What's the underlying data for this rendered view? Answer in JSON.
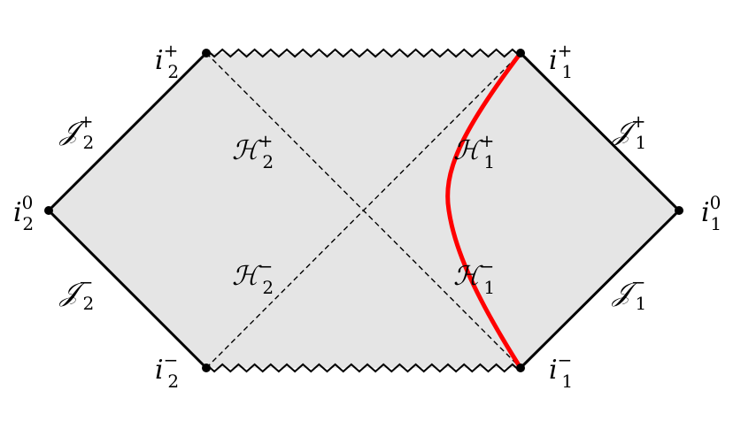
{
  "points": {
    "i2_plus": {
      "base": "i",
      "sub": "2",
      "sup": "+"
    },
    "i1_plus": {
      "base": "i",
      "sub": "1",
      "sup": "+"
    },
    "i2_zero": {
      "base": "i",
      "sub": "2",
      "sup": "0"
    },
    "i1_zero": {
      "base": "i",
      "sub": "1",
      "sup": "0"
    },
    "i2_minus": {
      "base": "i",
      "sub": "2",
      "sup": "−"
    },
    "i1_minus": {
      "base": "i",
      "sub": "1",
      "sup": "−"
    }
  },
  "scri": {
    "s2_plus": {
      "base": "𝒥",
      "sub": "2",
      "sup": "+"
    },
    "s1_plus": {
      "base": "𝒥",
      "sub": "1",
      "sup": "+"
    },
    "s2_minus": {
      "base": "𝒥",
      "sub": "2",
      "sup": "−"
    },
    "s1_minus": {
      "base": "𝒥",
      "sub": "1",
      "sup": "−"
    }
  },
  "horizons": {
    "h2_plus": {
      "base": "ℋ",
      "sub": "2",
      "sup": "+"
    },
    "h1_plus": {
      "base": "ℋ",
      "sub": "1",
      "sup": "+"
    },
    "h2_minus": {
      "base": "ℋ",
      "sub": "2",
      "sup": "−"
    },
    "h1_minus": {
      "base": "ℋ",
      "sub": "1",
      "sup": "−"
    }
  },
  "colors": {
    "fill": "#e5e5e5",
    "stroke": "#000000",
    "trajectory": "#ff0000"
  }
}
